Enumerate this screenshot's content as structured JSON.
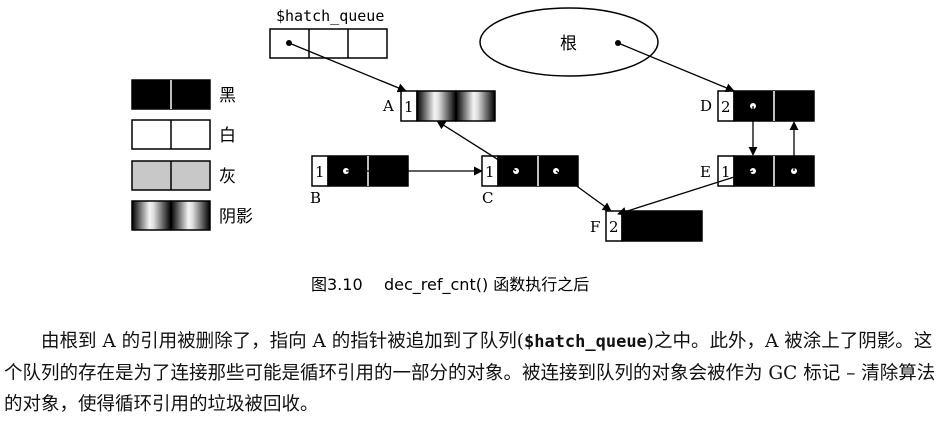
{
  "legend": {
    "black": "黑",
    "white": "白",
    "gray": "灰",
    "shaded": "阴影"
  },
  "queue_label": "$hatch_queue",
  "root_label": "根",
  "nodes": {
    "A": {
      "label": "A",
      "count": "1"
    },
    "B": {
      "label": "B",
      "count": "1"
    },
    "C": {
      "label": "C",
      "count": "1"
    },
    "D": {
      "label": "D",
      "count": "2"
    },
    "E": {
      "label": "E",
      "count": "1"
    },
    "F": {
      "label": "F",
      "count": "2"
    }
  },
  "caption": {
    "number": "图3.10",
    "title": "dec_ref_cnt() 函数执行之后"
  },
  "paragraph": {
    "part1": "由根到 A 的引用被删除了，指向 A 的指针被追加到了队列(",
    "code": "$hatch_queue",
    "part2": ")之中。此外，A 被涂上了阴影。这个队列的存在是为了连接那些可能是循环引用的一部分的对象。被连接到队列的对象会被作为 GC 标记 – 清除算法的对象，使得循环引用的垃圾被回收。"
  },
  "colors": {
    "black_fill": "#000000",
    "gray_fill": "#c8c8c8",
    "white_fill": "#ffffff"
  }
}
